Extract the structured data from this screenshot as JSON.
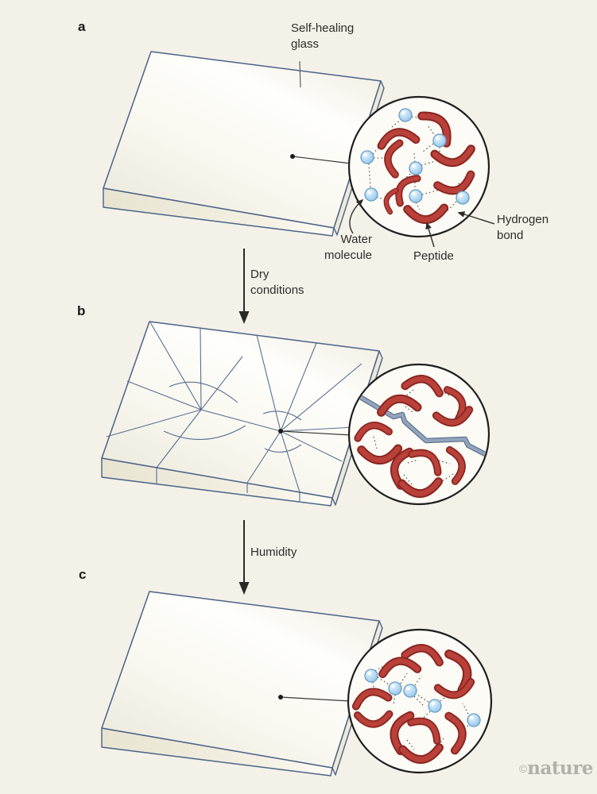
{
  "panels": [
    {
      "letter": "a",
      "label": "Self-healing glass"
    },
    {
      "letter": "b"
    },
    {
      "letter": "c"
    }
  ],
  "annotations": {
    "water_molecule": "Water molecule",
    "peptide": "Peptide",
    "hydrogen_bond": "Hydrogen bond"
  },
  "transitions": {
    "a_to_b": "Dry conditions",
    "b_to_c": "Humidity"
  },
  "credit": {
    "symbol": "©",
    "brand": "nature"
  },
  "colors": {
    "background": "#f3f1e8",
    "slab_outline": "#4d6287",
    "glass_fill": "#fbfaf4",
    "peptide_red": "#b9413a",
    "peptide_dark": "#8a2521",
    "water_blue": "#a9d2ef",
    "water_edge": "#679dc8",
    "crack_thick": "#93a4bd",
    "crack_line": "#5a6e92",
    "circle_stroke": "#1e1e1e",
    "text": "#2f2d2a",
    "credit_gray": "#b3b0a9"
  }
}
